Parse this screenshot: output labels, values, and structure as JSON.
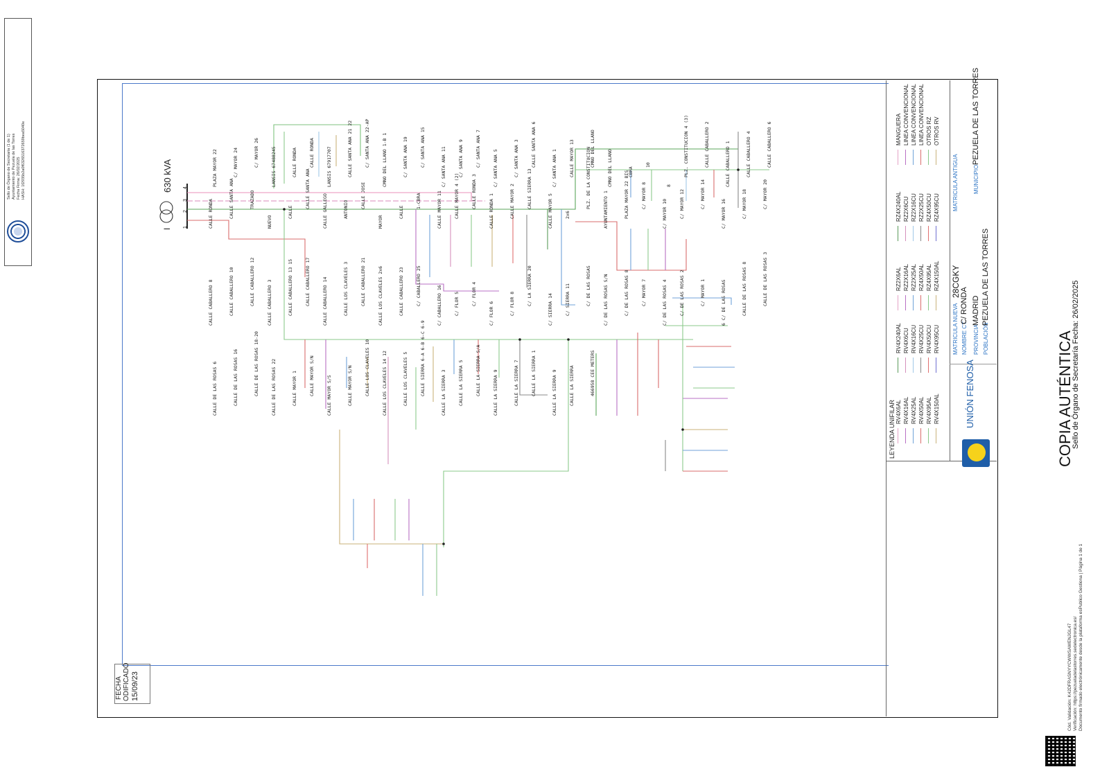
{
  "stamp": {
    "line1": "Sello de Órgano de Secretaría (1 de 1)",
    "line2": "Ayuntamiento de Pezuela de las Torres",
    "line3": "Fecha Firma: 26/02/2025",
    "line4": "HASH: 1f2935b2a0f6326516372659bea5040e"
  },
  "diagram": {
    "transformer_label": "630 kVA",
    "transformer_id": "I",
    "bus_numbers": [
      "1",
      "2",
      "3",
      "4"
    ],
    "labels_main": [
      "CALLE RONDA",
      "CALLE SANTA ANA",
      "TRAZADO",
      "NUEVO",
      "CALLE",
      "CALLE SANTA ANA",
      "CALLE GALLEGO",
      "ANTONIO",
      "CALLE JOSE",
      "MAYOR",
      "CALLE",
      "1-CBRA",
      "CALLE MAYOR 11",
      "CALLE MAYOR 4 (2)",
      "CALLE RONDA 3",
      "CALLE RONDA 1",
      "CALLE MAYOR 2",
      "CALLE SIERRA 13",
      "CALLE MAYOR 5",
      "2x6",
      "PLZ. DE LA CONSTITUCION",
      "AYUNTAMIENTO 1",
      "PLAZA MAYOR 22 BIS",
      "C/ MAYOR 8",
      "C/ MAYOR 10",
      "C/ MAYOR 12",
      "C/ MAYOR 14",
      "C/ MAYOR 16",
      "C/ MAYOR 18",
      "C/ MAYOR 20",
      "PLAZA MAYOR 22",
      "C/ MAYOR 24",
      "C/ MAYOR 26",
      "LANSIS 67488245",
      "CALLE RONDA",
      "CALLE RONDA",
      "LANSIS 67917707",
      "CALLE SANTA ANA 21 22",
      "C/ SANTA ANA 22-AP",
      "CMNO DEL LLANO 1-B 1",
      "C/ SANTA ANA 19",
      "C/ SANTA ANA 15",
      "C/ SANTA ANA 11",
      "C/ SANTA ANA 9",
      "C/ SANTA ANA 7",
      "C/ SANTA ANA 5",
      "C/ SANTA ANA 3",
      "CALLE SANTA ANA 6",
      "C/ SANTA ANA 1",
      "CALLE MAYOR 13",
      "CMNO DEL LLANO",
      "CMNO DEL LLANO",
      "CBRA",
      "10",
      "8",
      "PLZ. CONSTITUCION 4 (3)",
      "CALLE CABALLERO 2",
      "CALLE CABALLERO 1",
      "CALLE CABALLERO 4",
      "CALLE CABALLERO 6",
      "CALLE CABALLERO 8",
      "CALLE CABALLERO 10",
      "CALLE CABALLERO 12",
      "CALLE CABALLERO 3",
      "CALLE CABALLERO 13 15",
      "CALLE CABALLERO 17",
      "CALLE CABALLERO 14",
      "CALLE LOS CLAVELES 3",
      "CALLE CABALLERO 21",
      "CALLE LOS CLAVELES 2x6",
      "CALLE CABALLERO 23",
      "C/ CABALLERO 25",
      "C/ CABALLERO 16",
      "C/ FLOR 5",
      "C/ FLOR 4",
      "C/ FLOR 6",
      "C/ FLOR 8",
      "C/ LA SIERRA 20",
      "C/ SIERRA 14",
      "C/ SIERRA 11",
      "C/ DE LAS ROSAS",
      "C/ DE LAS ROSAS S/N",
      "C/ DE LAS ROSAS 8",
      "C/ MAYOR 7",
      "C/ DE LAS ROSAS 4",
      "C/ DE LAS ROSAS 2",
      "C/ MAYOR 1",
      "6 C/ DE LAS ROSAS",
      "CALLE DE LAS ROSAS 8",
      "CALLE DE LAS ROSAS 3",
      "CALLE DE LAS ROSAS 6",
      "CALLE DE LAS ROSAS 16",
      "CALLE DE LAS ROSAS 18-20",
      "CALLE DE LAS ROSAS 22",
      "CALLE MAYOR 1",
      "CALLE MAYOR S/N",
      "CALLE MAYOR S/S",
      "CALLE MAYOR S/N",
      "CALLE LOS CLAVELES 10",
      "CALLE LOS CLAVELES 14 12",
      "CALLE LOS CLAVELES 5",
      "CALLE SIERRA 6-A 6-B 6-C 6-9",
      "CALLE LA SIERRA 3",
      "CALLE LA SIERRA 5",
      "CALLE LA SIERRA S/A",
      "CALLE LA SIERRA 9",
      "CALLE LA SIERRA 7",
      "CALLE LA SIERRA 1",
      "CALLE LA SIERRA 9",
      "CALLE LA SIERRA",
      "466958 CEE METERS"
    ]
  },
  "date_box": {
    "label1": "FECHA",
    "label2": "ODIFICADO",
    "date": "15/09/23"
  },
  "legend": {
    "title": "LEYENDA UNIFILAR",
    "col1": [
      "RV4X6AL",
      "RV4X16AL",
      "RV4X25AL",
      "RV4X50AL",
      "RV4X95AL",
      "RV4X150AL"
    ],
    "col2": [
      "RV4X240AL",
      "RV4X6CU",
      "RV4X16CU",
      "RV4X25CU",
      "RV4X50CU",
      "RV4X95CU"
    ],
    "col3": [
      "RZ2X6AL",
      "RZ2X16AL",
      "RZ2X25AL",
      "RZ4X50AL",
      "RZ4X95AL",
      "RZ4X150AL"
    ],
    "col4": [
      "RZ4X240AL",
      "RZ2X6CU",
      "RZ2X16CU",
      "RZ2X25CU",
      "RZ4X50CU",
      "RZ4X95CU"
    ],
    "col5": [
      "MANGUERA",
      "LINEA CONVENCIONAL",
      "LINEA CONVENCIONAL",
      "LINEA CONVENCIONAL",
      "OTROS RZ",
      "OTROS RV"
    ],
    "colors": [
      "#e4a3c6",
      "#b86fc4",
      "#6fa2d8",
      "#d96b6b",
      "#8bc98b",
      "#c9b27a",
      "#5a9a5a",
      "#d48fbc",
      "#a0c8e8",
      "#888888",
      "#e07070",
      "#7070d0"
    ]
  },
  "title_block": {
    "matricula_nueva_label": "MATRICULA NUEVA",
    "matricula_nueva": "28CGKY",
    "matricula_antigua_label": "MATRICULA ANTIGUA",
    "nombre_ct_label": "NOMBRE CT",
    "nombre_ct": "C/ RONDA",
    "provincia_label": "PROVINCIA",
    "provincia": "MADRID",
    "poblacion_label": "POBLACIÓN",
    "poblacion": "PEZUELA DE LAS TORRES",
    "municipio_label": "MUNICIPIO",
    "municipio": "PEZUELA DE LAS TORRES",
    "company": "UNIÓN FENOSA"
  },
  "copia": {
    "title": "COPIA AUTÉNTICA",
    "subtitle": "Sello de Órgano de Secretaría   Fecha: 26/02/2025",
    "footer1": "Cód. Validación: K42DFRASNYYCWWSAWENJGL47",
    "footer2": "Verificación: https://pezueladelastorres.sedelectronica.es/",
    "footer3": "Documento firmado electrónicamente desde la plataforma esPublico Gestiona | Página 1 de 1"
  }
}
